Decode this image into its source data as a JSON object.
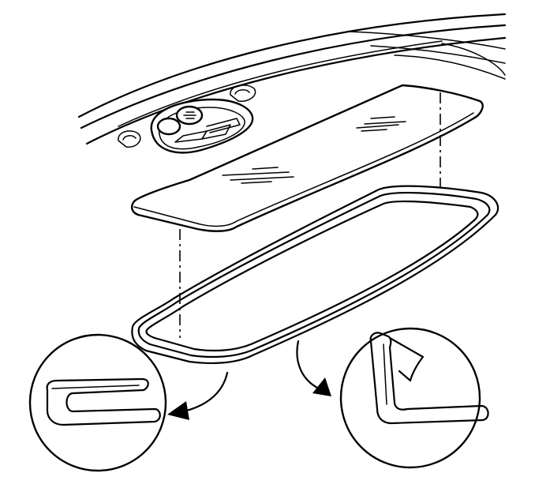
{
  "diagram": {
    "parts": [
      {
        "name": "headliner-roof-edge",
        "icon": "roof-outline"
      },
      {
        "name": "overhead-console",
        "icon": "console-switches"
      },
      {
        "name": "sunshade-panel",
        "icon": "panel"
      },
      {
        "name": "sunroof-seal",
        "icon": "seal-ring"
      },
      {
        "name": "seal-cross-section-left",
        "icon": "magnified-profile"
      },
      {
        "name": "seal-cross-section-right",
        "icon": "magnified-profile"
      }
    ],
    "colors": {
      "line": "#000000",
      "background": "#ffffff"
    }
  }
}
